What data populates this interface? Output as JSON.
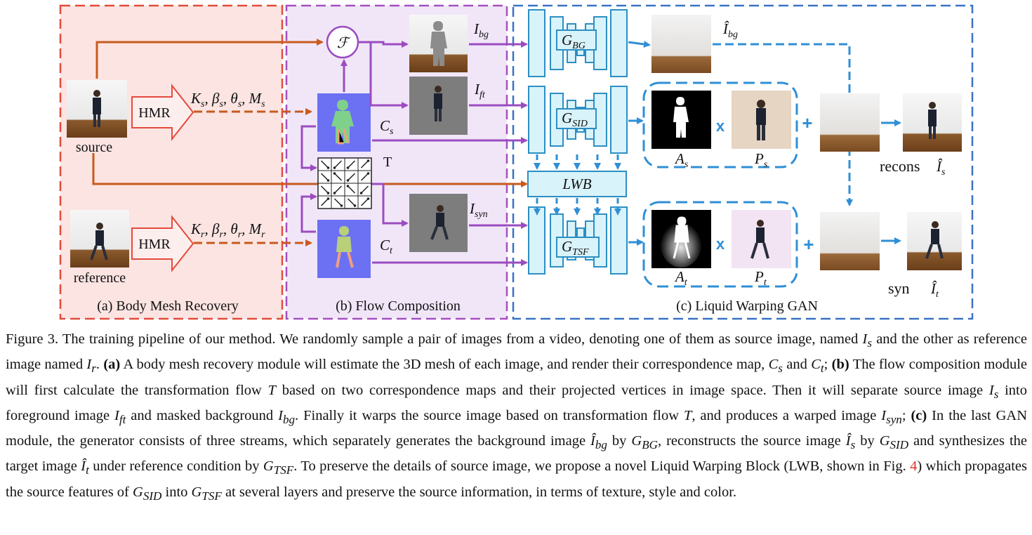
{
  "figure": {
    "panels": {
      "a": "(a) Body Mesh Recovery",
      "b": "(b) Flow Composition",
      "c": "(c) Liquid Warping GAN"
    },
    "labels": {
      "source": "source",
      "reference": "reference",
      "hmr": "HMR",
      "hmr2": "HMR",
      "t": "T",
      "lwb": "LWB",
      "recons": "recons",
      "syn": "syn",
      "x1": "x",
      "x2": "x",
      "plus1": "+",
      "plus2": "+"
    },
    "math": {
      "ks_params": "K",
      "kr_params": "K",
      "flow_op": "F"
    },
    "colors": {
      "panel_a_border": "#e34b3c",
      "panel_a_fill": "#fbe4e2",
      "panel_b_border": "#a450c0",
      "panel_b_fill": "#f1e6f8",
      "panel_c_border": "#3a72c4",
      "orange_arrow": "#c85a1e",
      "purple_arrow": "#9b4cc0",
      "blue_arrow": "#2f8fd6",
      "block_fill": "#d9f3fa",
      "block_border": "#2b8fc3",
      "correspondence_map": "#6c70f3"
    }
  },
  "caption": {
    "p1": "Figure 3. The training pipeline of our method. We randomly sample a pair of images from a video, denoting one of them as source image, named ",
    "p2": " and the other as reference image named ",
    "p3": ". ",
    "a_tag": "(a)",
    "p4": " A body mesh recovery module will estimate the 3D mesh of each image, and render their correspondence map, ",
    "p5": " and ",
    "p6": "; ",
    "b_tag": "(b)",
    "p7": " The flow composition module will first calculate the transformation flow ",
    "p8": " based on two correspondence maps and their projected vertices in image space. Then it will separate source image ",
    "p9": " into foreground image ",
    "p10": " and masked background ",
    "p11": ". Finally it warps the source image based on transformation flow ",
    "p12": ", and produces a warped image ",
    "p13": "; ",
    "c_tag": "(c)",
    "p14": " In the last GAN module, the generator consists of three streams, which separately generates the background image ",
    "p15": " by ",
    "p16": ", reconstructs the source image ",
    "p17": " by ",
    "p18": " and synthesizes the target image ",
    "p19": " under reference condition by ",
    "p20": ". To preserve the details of source image, we propose a novel Liquid Warping Block (LWB, shown in Fig. ",
    "fig_ref": "4",
    "p21": ") which propagates the source features of ",
    "p22": " into ",
    "p23": " at several layers and preserve the source information, in terms of texture, style and color."
  }
}
